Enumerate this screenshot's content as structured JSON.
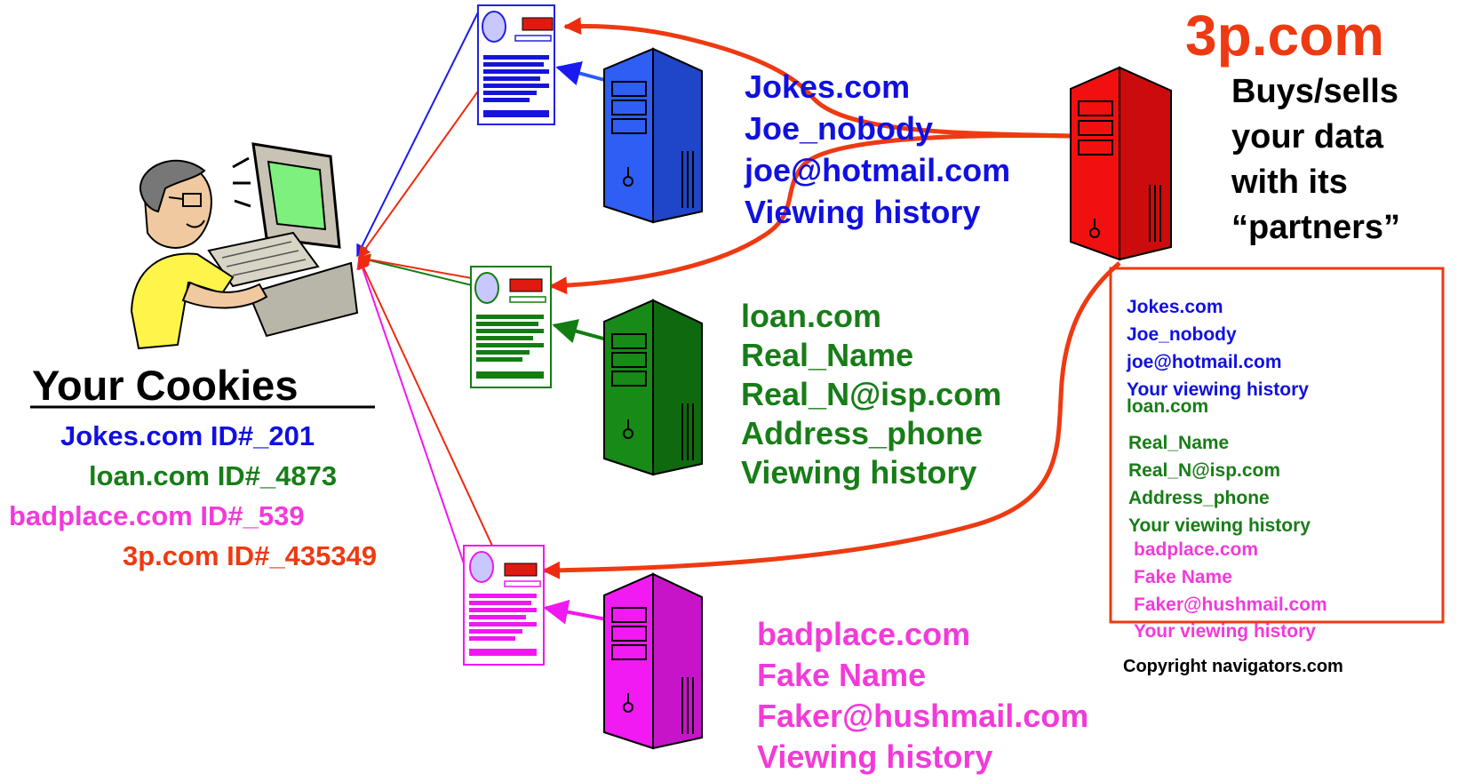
{
  "colors": {
    "blue": "#2a5cf6",
    "green": "#127d12",
    "pink": "#f018f0",
    "red": "#ee1010",
    "orange": "#ee3a12"
  },
  "cookies": {
    "title": "Your Cookies",
    "entries": [
      "Jokes.com ID#_201",
      "loan.com ID#_4873",
      "badplace.com ID#_539",
      "3p.com ID#_435349"
    ]
  },
  "sites": [
    {
      "lines": [
        "Jokes.com",
        "Joe_nobody",
        "joe@hotmail.com",
        "Viewing history"
      ]
    },
    {
      "lines": [
        "loan.com",
        "Real_Name",
        "Real_N@isp.com",
        "Address_phone",
        "Viewing history"
      ]
    },
    {
      "lines": [
        "badplace.com",
        "Fake Name",
        "Faker@hushmail.com",
        "Viewing history"
      ]
    }
  ],
  "third_party": {
    "name": "3p.com",
    "description": [
      "Buys/sells",
      "your data",
      "with its",
      "“partners”"
    ],
    "box_items": [
      "Jokes.com",
      "Joe_nobody",
      "joe@hotmail.com",
      "Your viewing history",
      "loan.com",
      "Real_Name",
      "Real_N@isp.com",
      "Address_phone",
      "Your viewing history",
      "badplace.com",
      "Fake Name",
      "Faker@hushmail.com",
      "Your viewing history"
    ]
  },
  "copyright": "Copyright navigators.com",
  "icons": [
    "user-at-computer-icon",
    "web-page-icon",
    "server-tower-icon"
  ]
}
